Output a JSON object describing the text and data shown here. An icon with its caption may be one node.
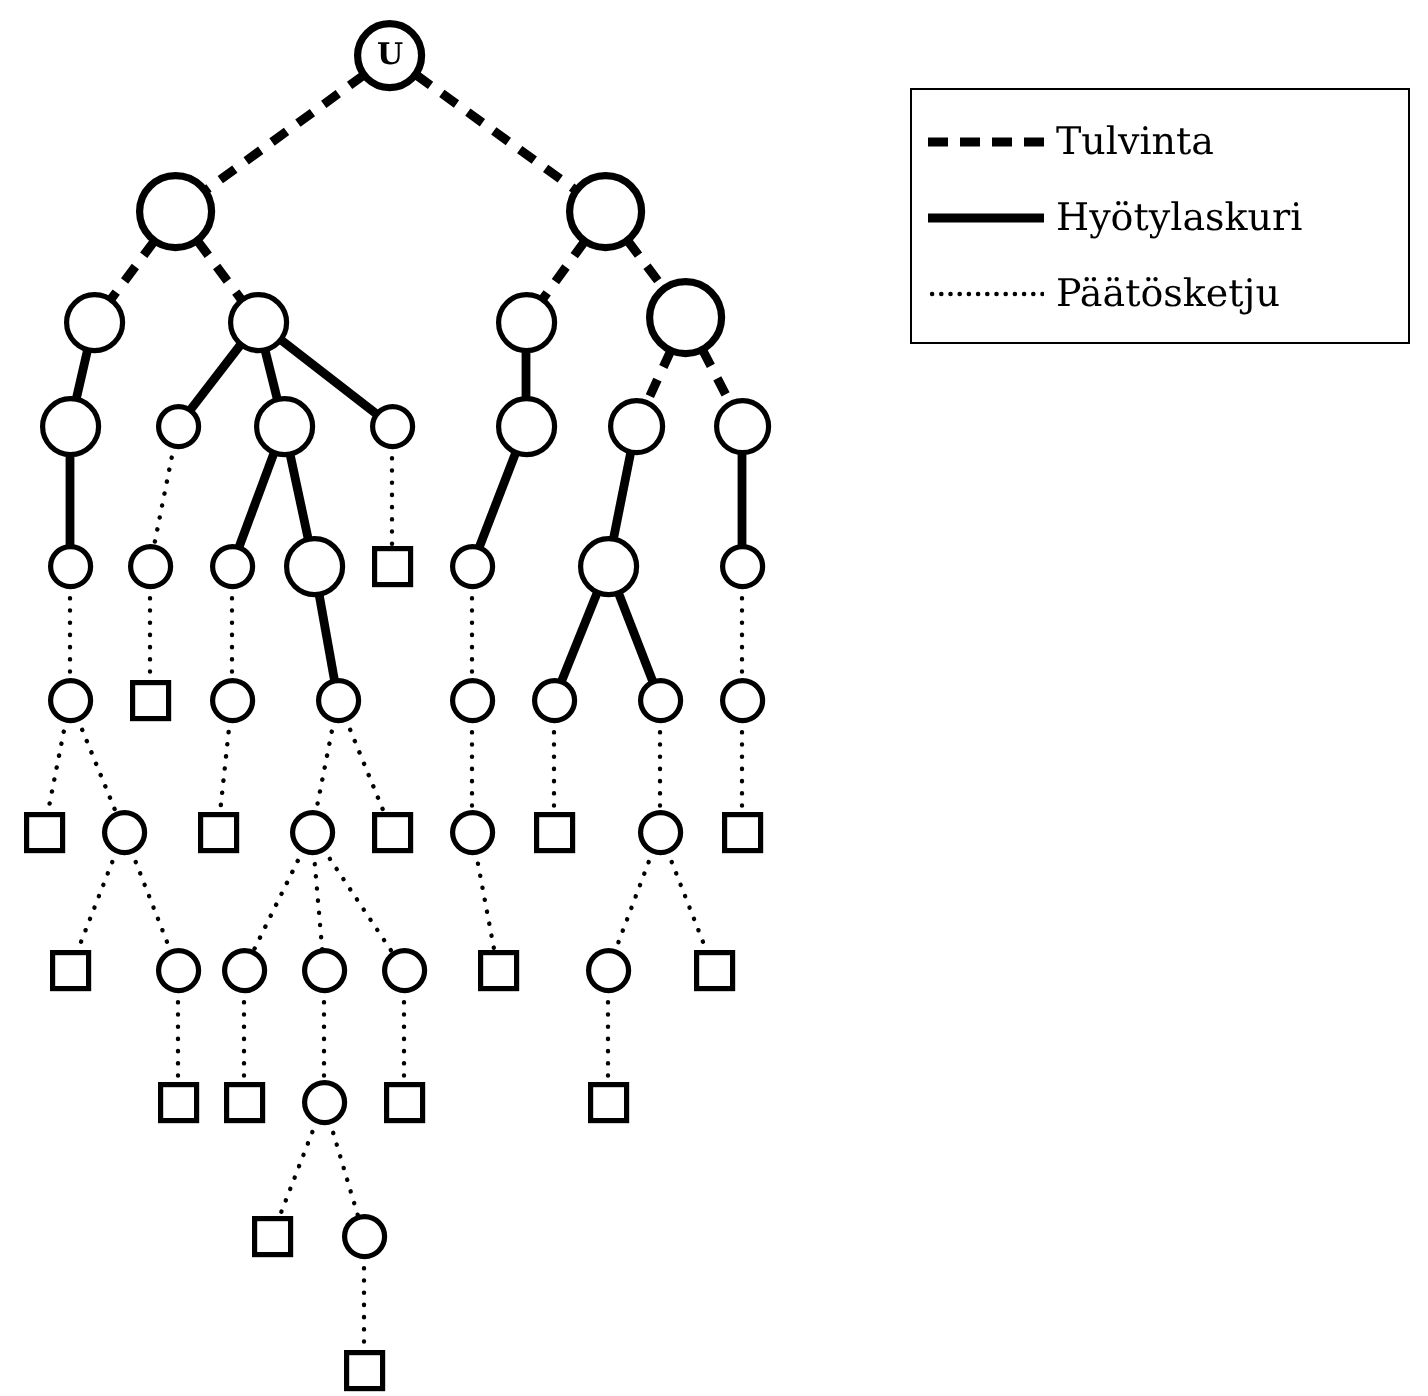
{
  "diagram": {
    "nodes": [
      {
        "text": [
          "U"
        ]
      },
      {
        "text": [],
        "shape": "circle"
      },
      {
        "text": [],
        "shape": "circle"
      },
      {
        "text": [],
        "shape": "circle"
      },
      {
        "text": [],
        "shape": "circle"
      },
      {
        "text": [],
        "shape": "circle"
      },
      {
        "text": [],
        "shape": "circle"
      },
      {
        "text": [],
        "shape": "circle"
      },
      {
        "text": [],
        "shape": "circle"
      },
      {
        "text": [],
        "shape": "circle"
      },
      {
        "text": [],
        "shape": "circle"
      },
      {
        "text": [],
        "shape": "circle"
      },
      {
        "text": [],
        "shape": "circle"
      },
      {
        "text": [],
        "shape": "circle"
      },
      {
        "text": [],
        "shape": "circle"
      },
      {
        "text": [],
        "shape": "circle"
      },
      {
        "text": [],
        "shape": "circle"
      },
      {
        "text": [],
        "shape": "circle"
      },
      {
        "text": [],
        "shape": "box"
      },
      {
        "text": [],
        "shape": "circle"
      },
      {
        "text": [],
        "shape": "circle"
      },
      {
        "text": [],
        "shape": "circle"
      },
      {
        "text": [],
        "shape": "circle"
      },
      {
        "text": [],
        "shape": "box"
      },
      {
        "text": [],
        "shape": "circle"
      },
      {
        "text": [],
        "shape": "circle"
      },
      {
        "text": [],
        "shape": "circle"
      },
      {
        "text": [],
        "shape": "circle"
      },
      {
        "text": [],
        "shape": "circle"
      },
      {
        "text": [],
        "shape": "circle"
      },
      {
        "text": [],
        "shape": "box"
      },
      {
        "text": [],
        "shape": "circle"
      },
      {
        "text": [],
        "shape": "box"
      },
      {
        "text": [],
        "shape": "circle"
      },
      {
        "text": [],
        "shape": "box"
      },
      {
        "text": [],
        "shape": "circle"
      },
      {
        "text": [],
        "shape": "box"
      },
      {
        "text": [],
        "shape": "circle"
      },
      {
        "text": [],
        "shape": "box"
      },
      {
        "text": [],
        "shape": "box"
      },
      {
        "text": [],
        "shape": "circle"
      },
      {
        "text": [],
        "shape": "circle"
      },
      {
        "text": [],
        "shape": "circle"
      },
      {
        "text": [],
        "shape": "circle"
      },
      {
        "text": [],
        "shape": "box"
      },
      {
        "text": [],
        "shape": "circle"
      },
      {
        "text": [],
        "shape": "box"
      },
      {
        "text": [],
        "shape": "box"
      },
      {
        "text": [],
        "shape": "box"
      },
      {
        "text": [],
        "shape": "circle"
      },
      {
        "text": [],
        "shape": "box"
      },
      {
        "text": [],
        "shape": "box"
      },
      {
        "text": [],
        "shape": "box"
      },
      {
        "text": [],
        "shape": "circle"
      },
      {
        "text": [],
        "shape": "box"
      }
    ],
    "edges": [
      {
        "from": 0,
        "to": 1,
        "arrow": "none",
        "style": "dashed"
      },
      {
        "from": 0,
        "to": 2,
        "arrow": "none",
        "style": "dashed"
      },
      {
        "from": 1,
        "to": 3,
        "arrow": "none",
        "style": "dashed"
      },
      {
        "from": 1,
        "to": 4,
        "arrow": "none",
        "style": "dashed"
      },
      {
        "from": 2,
        "to": 5,
        "arrow": "none",
        "style": "dashed"
      },
      {
        "from": 2,
        "to": 6,
        "arrow": "none",
        "style": "dashed"
      },
      {
        "from": 6,
        "to": 12,
        "arrow": "none",
        "style": "dashed"
      },
      {
        "from": 6,
        "to": 13,
        "arrow": "none",
        "style": "dashed"
      },
      {
        "from": 3,
        "to": 7,
        "arrow": "none",
        "style": "thick"
      },
      {
        "from": 4,
        "to": 8,
        "arrow": "none",
        "style": "thick"
      },
      {
        "from": 4,
        "to": 9,
        "arrow": "none",
        "style": "thick"
      },
      {
        "from": 4,
        "to": 10,
        "arrow": "none",
        "style": "thick"
      },
      {
        "from": 5,
        "to": 11,
        "arrow": "none",
        "style": "thick"
      },
      {
        "from": 7,
        "to": 14,
        "arrow": "none",
        "style": "thick"
      },
      {
        "from": 9,
        "to": 16,
        "arrow": "none",
        "style": "thick"
      },
      {
        "from": 9,
        "to": 17,
        "arrow": "none",
        "style": "thick"
      },
      {
        "from": 11,
        "to": 19,
        "arrow": "none",
        "style": "thick"
      },
      {
        "from": 12,
        "to": 20,
        "arrow": "none",
        "style": "thick"
      },
      {
        "from": 13,
        "to": 21,
        "arrow": "none",
        "style": "thick"
      },
      {
        "from": 17,
        "to": 25,
        "arrow": "none",
        "style": "thick"
      },
      {
        "from": 20,
        "to": 27,
        "arrow": "none",
        "style": "thick"
      },
      {
        "from": 20,
        "to": 28,
        "arrow": "none",
        "style": "thick"
      },
      {
        "from": 8,
        "to": 15,
        "arrow": "none",
        "style": "dashed"
      },
      {
        "from": 10,
        "to": 18,
        "arrow": "none",
        "style": "dashed"
      },
      {
        "from": 14,
        "to": 22,
        "arrow": "none",
        "style": "dashed"
      },
      {
        "from": 15,
        "to": 23,
        "arrow": "none",
        "style": "dashed"
      },
      {
        "from": 16,
        "to": 24,
        "arrow": "none",
        "style": "dashed"
      },
      {
        "from": 19,
        "to": 26,
        "arrow": "none",
        "style": "dashed"
      },
      {
        "from": 21,
        "to": 29,
        "arrow": "none",
        "style": "dashed"
      },
      {
        "from": 22,
        "to": 30,
        "arrow": "none",
        "style": "dashed"
      },
      {
        "from": 22,
        "to": 31,
        "arrow": "none",
        "style": "dashed"
      },
      {
        "from": 24,
        "to": 32,
        "arrow": "none",
        "style": "dashed"
      },
      {
        "from": 25,
        "to": 33,
        "arrow": "none",
        "style": "dashed"
      },
      {
        "from": 25,
        "to": 34,
        "arrow": "none",
        "style": "dashed"
      },
      {
        "from": 26,
        "to": 35,
        "arrow": "none",
        "style": "dashed"
      },
      {
        "from": 27,
        "to": 36,
        "arrow": "none",
        "style": "dashed"
      },
      {
        "from": 28,
        "to": 37,
        "arrow": "none",
        "style": "dashed"
      },
      {
        "from": 29,
        "to": 38,
        "arrow": "none",
        "style": "dashed"
      },
      {
        "from": 31,
        "to": 39,
        "arrow": "none",
        "style": "dashed"
      },
      {
        "from": 31,
        "to": 40,
        "arrow": "none",
        "style": "dashed"
      },
      {
        "from": 33,
        "to": 41,
        "arrow": "none",
        "style": "dashed"
      },
      {
        "from": 33,
        "to": 42,
        "arrow": "none",
        "style": "dashed"
      },
      {
        "from": 33,
        "to": 43,
        "arrow": "none",
        "style": "dashed"
      },
      {
        "from": 35,
        "to": 44,
        "arrow": "none",
        "style": "dashed"
      },
      {
        "from": 37,
        "to": 45,
        "arrow": "none",
        "style": "dashed"
      },
      {
        "from": 37,
        "to": 46,
        "arrow": "none",
        "style": "dashed"
      },
      {
        "from": 40,
        "to": 47,
        "arrow": "none",
        "style": "dashed"
      },
      {
        "from": 41,
        "to": 48,
        "arrow": "none",
        "style": "dashed"
      },
      {
        "from": 42,
        "to": 49,
        "arrow": "none",
        "style": "dashed"
      },
      {
        "from": 43,
        "to": 50,
        "arrow": "none",
        "style": "dashed"
      },
      {
        "from": 45,
        "to": 51,
        "arrow": "none",
        "style": "dashed"
      },
      {
        "from": 49,
        "to": 52,
        "arrow": "none",
        "style": "dashed"
      },
      {
        "from": 49,
        "to": 53,
        "arrow": "none",
        "style": "dashed"
      },
      {
        "from": 53,
        "to": 54,
        "arrow": "none",
        "style": "dashed"
      }
    ],
    "legend": [
      {
        "text": "Tulvinta"
      },
      {
        "text": "Hyötylaskuri"
      },
      {
        "text": "Päätösketju"
      }
    ]
  }
}
